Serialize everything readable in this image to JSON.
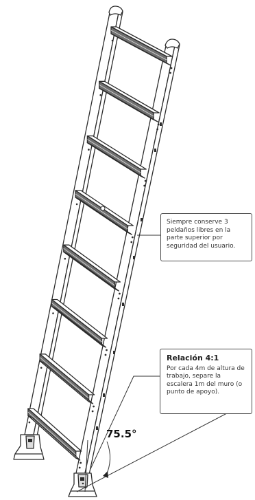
{
  "callouts": {
    "rungs_note": "Siempre conserve 3 peldaños libres en la parte superior por seguridad del usuario.",
    "ratio_title": "Relación 4:1",
    "ratio_note": "Por cada 4m de altura de trabajo, separe la escalera 1m del muro (o punto de apoyo)."
  },
  "angle_label": "75.5°",
  "colors": {
    "line": "#2b2b2b",
    "rung_band": "#6f6f6f",
    "frame_fill": "#ffffff"
  },
  "ladder": {
    "rung_count": 8
  }
}
